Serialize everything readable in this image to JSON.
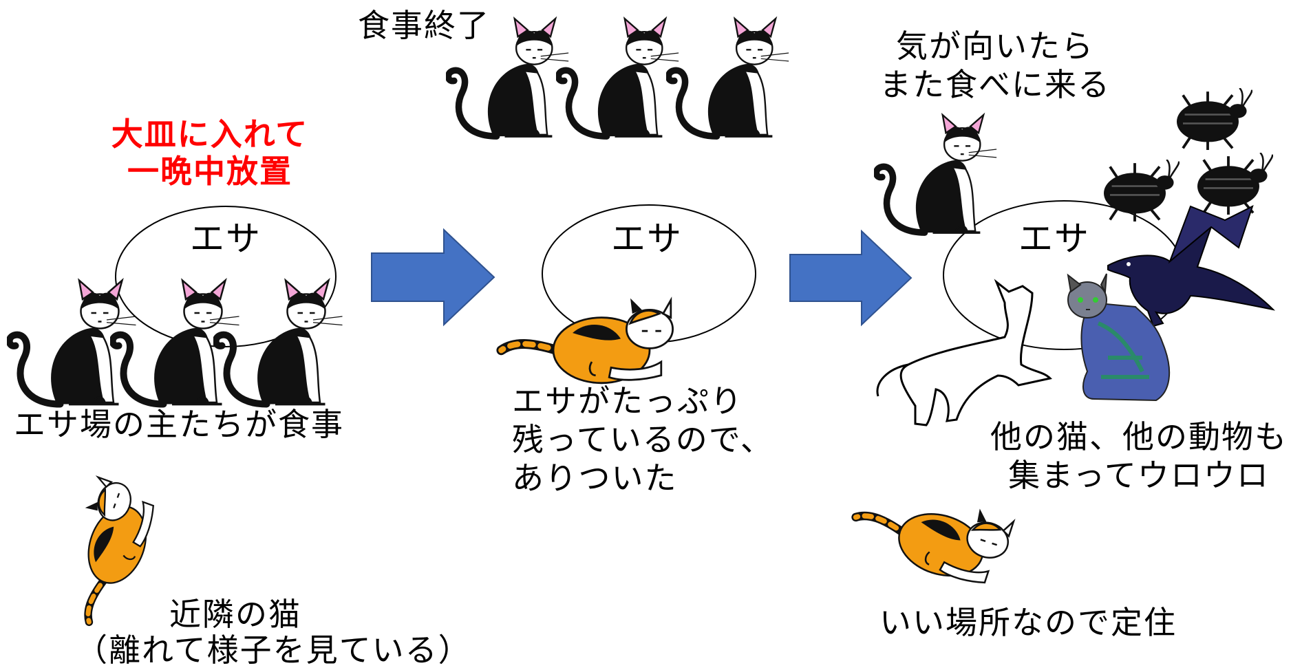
{
  "scene1": {
    "title_red": [
      "大皿に入れて",
      "一晩中放置"
    ],
    "bowl_label": "エサ",
    "caption": "エサ場の主たちが食事",
    "neighbor": [
      "近隣の猫",
      "（離れて様子を見ている）"
    ]
  },
  "scene2": {
    "meal_end": "食事終了",
    "bowl_label": "エサ",
    "caption": [
      "エサがたっぷり",
      "残っているので、",
      "ありついた"
    ]
  },
  "scene3": {
    "top": [
      "気が向いたら",
      "また食べに来る"
    ],
    "bowl_label": "エサ",
    "caption": [
      "他の猫、他の動物も",
      "集まってウロウロ"
    ],
    "settled": "いい場所なので定住"
  },
  "colors": {
    "arrow": "#4472c4",
    "arrow_border": "#2f528f",
    "highlight": "#ff0000",
    "cat_black": "#111111",
    "cat_orange": "#f39c12",
    "ear_pink": "#f4a6d7"
  },
  "icons": [
    "black-white-cat-icon",
    "calico-cat-icon",
    "white-cat-icon",
    "tabby-cat-icon",
    "cockroach-icon",
    "crow-icon",
    "arrow-right-icon"
  ]
}
